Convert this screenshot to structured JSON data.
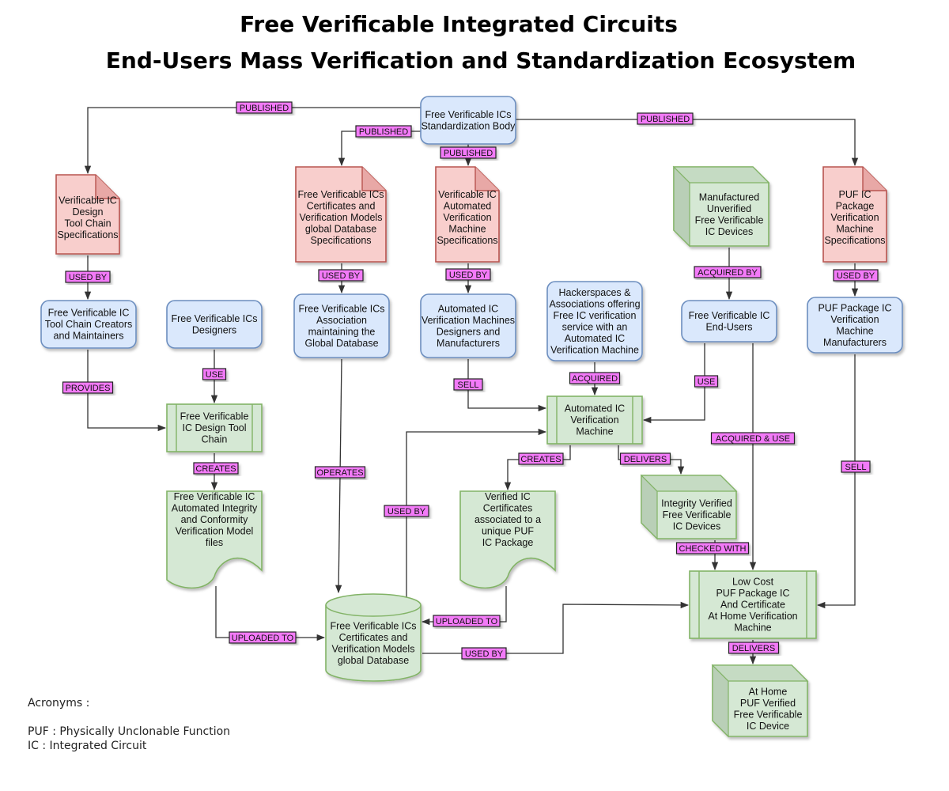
{
  "title": {
    "line1": "Free Verificable Integrated Circuits",
    "line2": "End-Users Mass Verification and Standardization Ecosystem"
  },
  "colors": {
    "blue_fill": "#dae8fc",
    "blue_stroke": "#6c8ebf",
    "red_fill": "#f8cecc",
    "red_stroke": "#b85450",
    "green_fill": "#d5e8d4",
    "green_stroke": "#82b366",
    "label_fill": "#f37af8",
    "label_stroke": "#222222"
  },
  "nodes": {
    "standardization_body": [
      "Free Verificable ICs",
      "Standardization Body"
    ],
    "toolchain_spec": [
      "Verificable IC",
      "Design",
      "Tool Chain",
      "Specifications"
    ],
    "cert_db_spec": [
      "Free Verificable ICs",
      "Certificates and",
      "Verification Models",
      "global Database",
      "Specifications"
    ],
    "auto_machine_spec": [
      "Verificable IC",
      "Automated",
      "Verification",
      "Machine",
      "Specifications"
    ],
    "manufactured_devices": [
      "Manufactured",
      "Unverified",
      "Free Verificable",
      "IC Devices"
    ],
    "puf_machine_spec": [
      "PUF IC",
      "Package",
      "Verification",
      "Machine",
      "Specifications"
    ],
    "toolchain_creators": [
      "Free Verificable IC",
      "Tool Chain Creators",
      "and Maintainers"
    ],
    "designers": [
      "Free Verificable ICs",
      "Designers"
    ],
    "association": [
      "Free Verificable ICs",
      "Association",
      "maintaining the",
      "Global Database"
    ],
    "machine_manufacturers": [
      "Automated IC",
      "Verification Machines",
      "Designers and",
      "Manufacturers"
    ],
    "hackerspaces": [
      "Hackerspaces &",
      "Associations offering",
      "Free IC verification",
      "service with an",
      "Automated IC",
      "Verification Machine"
    ],
    "end_users": [
      "Free Verificable IC",
      "End-Users"
    ],
    "puf_manufacturers": [
      "PUF Package IC",
      "Verification",
      "Machine",
      "Manufacturers"
    ],
    "design_toolchain": [
      "Free Verificable",
      "IC Design Tool",
      "Chain"
    ],
    "auto_machine": [
      "Automated IC",
      "Verification",
      "Machine"
    ],
    "model_files": [
      "Free Verificable IC",
      "Automated Integrity",
      "and Conformity",
      "Verification Model",
      "files"
    ],
    "verified_certs": [
      "Verified IC",
      "Certificates",
      "associated to a",
      "unique PUF",
      "IC Package"
    ],
    "integrity_devices": [
      "Integrity Verified",
      "Free Verificable",
      "IC Devices"
    ],
    "global_db": [
      "Free Verificable ICs",
      "Certificates and",
      "Verification Models",
      "global Database"
    ],
    "home_machine": [
      "Low Cost",
      "PUF Package IC",
      "And Certificate",
      "At Home Verification",
      "Machine"
    ],
    "home_device": [
      "At Home",
      "PUF Verified",
      "Free Verificable",
      "IC Device"
    ]
  },
  "edge_labels": {
    "published_left": "PUBLISHED",
    "published_db": "PUBLISHED",
    "published_machine": "PUBLISHED",
    "published_right": "PUBLISHED",
    "used_by_toolchain": "USED BY",
    "used_by_db_spec": "USED BY",
    "used_by_machine_spec": "USED BY",
    "acquired_by": "ACQUIRED BY",
    "used_by_puf_spec": "USED BY",
    "provides": "PROVIDES",
    "use_designers": "USE",
    "sell_machine": "SELL",
    "acquired": "ACQUIRED",
    "use_end_users": "USE",
    "acquired_and_use": "ACQUIRED & USE",
    "creates_toolchain": "CREATES",
    "operates": "OPERATES",
    "creates_machine": "CREATES",
    "delivers_machine": "DELIVERS",
    "sell_puf": "SELL",
    "used_by_db": "USED BY",
    "checked_with": "CHECKED WITH",
    "uploaded_to_models": "UPLOADED TO",
    "uploaded_to_certs": "UPLOADED TO",
    "used_by_home": "USED BY",
    "delivers_home": "DELIVERS"
  },
  "acronyms": {
    "heading": "Acronyms :",
    "puf": "PUF : Physically Unclonable Function",
    "ic": "IC : Integrated Circuit"
  }
}
